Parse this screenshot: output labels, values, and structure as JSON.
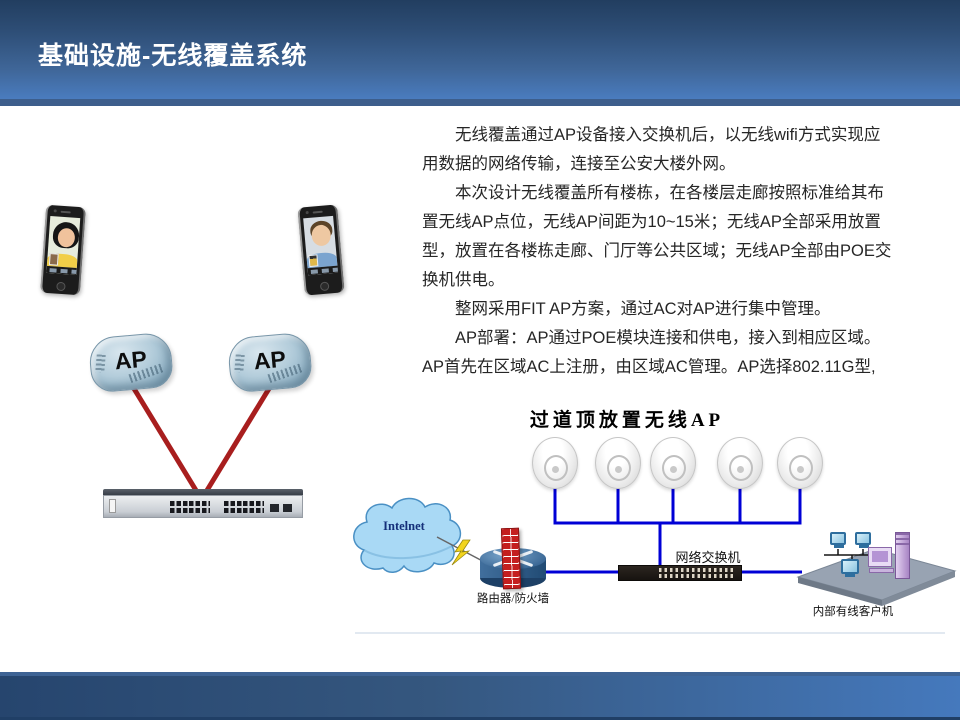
{
  "slide": {
    "title": "基础设施-无线覆盖系统"
  },
  "body_text": {
    "lines": [
      {
        "indent": true,
        "text": "无线覆盖通过AP设备接入交换机后，以无线wifi方式实现应"
      },
      {
        "indent": false,
        "text": "用数据的网络传输，连接至公安大楼外网。"
      },
      {
        "indent": true,
        "text": "本次设计无线覆盖所有楼栋，在各楼层走廊按照标准给其布"
      },
      {
        "indent": false,
        "text": "置无线AP点位，无线AP间距为10~15米；无线AP全部采用放置"
      },
      {
        "indent": false,
        "text": "型，放置在各楼栋走廊、门厅等公共区域；无线AP全部由POE交"
      },
      {
        "indent": false,
        "text": "换机供电。"
      },
      {
        "indent": true,
        "text": "整网采用FIT AP方案，通过AC对AP进行集中管理。"
      },
      {
        "indent": true,
        "text": "AP部署：AP通过POE模块连接和供电，接入到相应区域。"
      },
      {
        "indent": false,
        "text": "AP首先在区域AC上注册，由区域AC管理。AP选择802.11G型,"
      }
    ]
  },
  "illustration": {
    "ap_label": "AP"
  },
  "diagram": {
    "title": "过道顶放置无线AP",
    "internet_label": "Intelnet",
    "router_label": "路由器/防火墙",
    "switch_label": "网络交换机",
    "clients_label": "内部有线客户机"
  },
  "colors": {
    "header_blue": "#4a7cbf",
    "header_dark": "#223e60",
    "header_strip": "#3d5e8c",
    "accent_red": "#a81e1e",
    "lan_line_blue": "#0000d6",
    "cloud_fill": "#a9d9f5"
  }
}
